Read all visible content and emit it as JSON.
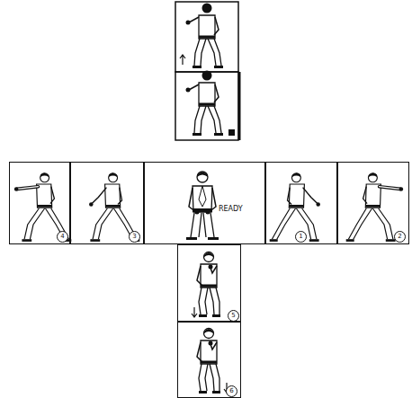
{
  "diagram": {
    "nodes": [
      {
        "text": [
          "4"
        ]
      },
      {
        "text": [
          "3"
        ]
      },
      {
        "text": [
          "READY"
        ]
      },
      {
        "text": [
          "1"
        ]
      },
      {
        "text": [
          "2"
        ]
      },
      {
        "text": [
          "5"
        ]
      },
      {
        "text": [
          "6"
        ]
      }
    ]
  }
}
